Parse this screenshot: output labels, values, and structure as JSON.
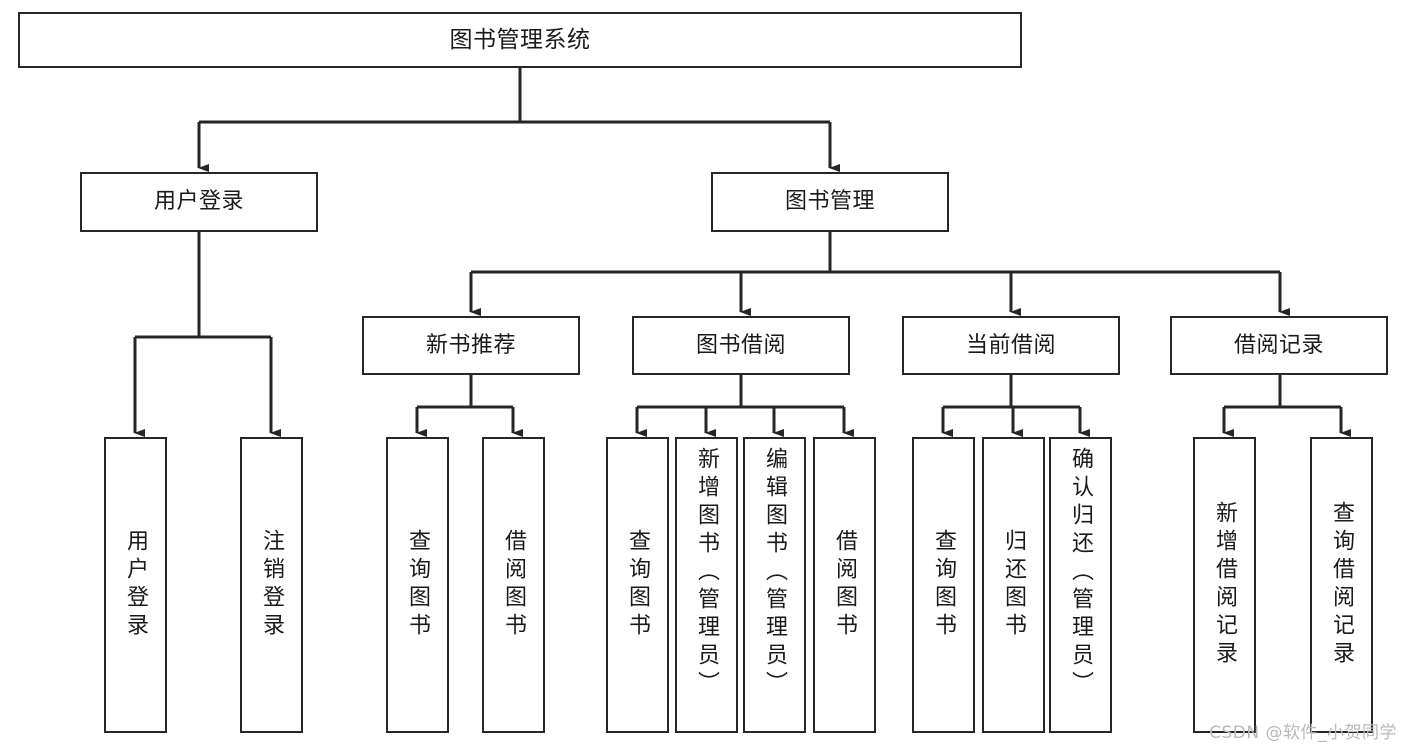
{
  "diagram": {
    "title": "图书管理系统",
    "type": "hierarchy-tree",
    "orientation": "top-down",
    "colors": {
      "node_border": "#262626",
      "node_fill": "#ffffff",
      "edge": "#262626",
      "text": "#1a1a1a",
      "watermark": "#b9b9b9",
      "background": "#ffffff"
    },
    "root": {
      "label": "图书管理系统"
    },
    "level1": [
      {
        "id": "user-login",
        "label": "用户登录"
      },
      {
        "id": "book-management",
        "label": "图书管理"
      }
    ],
    "level2": [
      {
        "id": "new-book-recommend",
        "label": "新书推荐",
        "parent": "book-management"
      },
      {
        "id": "book-borrow",
        "label": "图书借阅",
        "parent": "book-management"
      },
      {
        "id": "current-borrow",
        "label": "当前借阅",
        "parent": "book-management"
      },
      {
        "id": "borrow-record",
        "label": "借阅记录",
        "parent": "book-management"
      }
    ],
    "leaves": [
      {
        "id": "leaf-user-login",
        "label": "用户登录",
        "parent": "user-login"
      },
      {
        "id": "leaf-user-logout",
        "label": "注销登录",
        "parent": "user-login"
      },
      {
        "id": "leaf-query-book-1",
        "label": "查询图书",
        "parent": "new-book-recommend"
      },
      {
        "id": "leaf-borrow-book-1",
        "label": "借阅图书",
        "parent": "new-book-recommend"
      },
      {
        "id": "leaf-query-book-2",
        "label": "查询图书",
        "parent": "book-borrow"
      },
      {
        "id": "leaf-add-book",
        "label": "新增图书（管理员）",
        "parent": "book-borrow"
      },
      {
        "id": "leaf-edit-book",
        "label": "编辑图书（管理员）",
        "parent": "book-borrow"
      },
      {
        "id": "leaf-borrow-book-2",
        "label": "借阅图书",
        "parent": "book-borrow"
      },
      {
        "id": "leaf-query-book-3",
        "label": "查询图书",
        "parent": "current-borrow"
      },
      {
        "id": "leaf-return-book",
        "label": "归还图书",
        "parent": "current-borrow"
      },
      {
        "id": "leaf-confirm-return",
        "label": "确认归还（管理员）",
        "parent": "current-borrow"
      },
      {
        "id": "leaf-add-record",
        "label": "新增借阅记录",
        "parent": "borrow-record"
      },
      {
        "id": "leaf-query-record",
        "label": "查询借阅记录",
        "parent": "borrow-record"
      }
    ],
    "watermark": "CSDN @软件_小贺同学"
  }
}
